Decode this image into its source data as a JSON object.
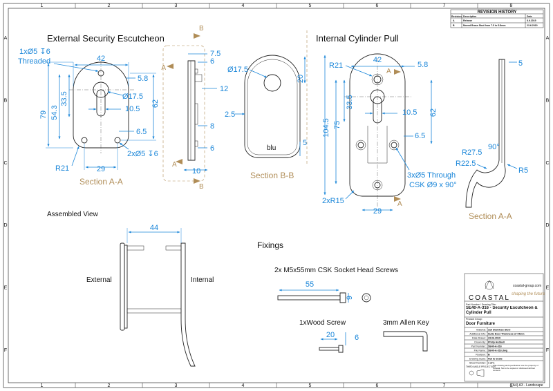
{
  "grid": {
    "cols": [
      "1",
      "2",
      "3",
      "4",
      "5",
      "6",
      "7",
      "8"
    ],
    "rows": [
      "A",
      "B",
      "C",
      "D",
      "E",
      "F"
    ]
  },
  "revision_history": {
    "title": "REVISION HISTORY",
    "headers": [
      "Revision",
      "Description",
      "Date"
    ],
    "rows": [
      [
        "A",
        "Release",
        "8.6.2019"
      ],
      [
        "B",
        "Moved Brass Stud from 7.5 to 5.8mm",
        "23.6.2019"
      ]
    ]
  },
  "views": {
    "external_title": "External Security Escutcheon",
    "internal_title": "Internal Cylinder Pull",
    "assembled_title": "Assembled View",
    "fixings_title": "Fixings",
    "section_aa_1": "Section A-A",
    "section_bb": "Section B-B",
    "section_aa_2": "Section A-A",
    "label_external": "External",
    "label_internal": "Internal",
    "screws_title": "2x M5x55mm CSK Socket Head Screws",
    "wood_screw_title": "1xWood Screw",
    "allen_key_title": "3mm Allen Key",
    "logo_text": "blu",
    "sec_a": "A",
    "sec_b": "B"
  },
  "dims": {
    "ext_hole": "1xØ5 ↧6",
    "ext_threaded": "Threaded",
    "ext_42": "42",
    "ext_5_8": "5.8",
    "ext_d17_5": "Ø17.5",
    "ext_10_5": "10.5",
    "ext_6_5": "6.5",
    "ext_79": "79",
    "ext_54_3": "54.3",
    "ext_33_5": "33.5",
    "ext_62": "62",
    "ext_2xd5": "2xØ5 ↧6",
    "ext_r21": "R21",
    "ext_29": "29",
    "side_7_5": "7.5",
    "side_6a": "6",
    "side_12": "12",
    "side_8": "8",
    "side_6b": "6",
    "side_10": "10",
    "bb_d17_5": "Ø17.5",
    "bb_20": "20",
    "bb_2_5": "2.5",
    "bb_5": "5",
    "int_r21": "R21",
    "int_42": "42",
    "int_5_8": "5.8",
    "int_33_5": "33.5",
    "int_10_5": "10.5",
    "int_62": "62",
    "int_75": "75",
    "int_104_5": "104.5",
    "int_6_5": "6.5",
    "int_3xd5": "3xØ5 Through",
    "int_csk": "CSK Ø9 x 90°",
    "int_2xr15": "2xR15",
    "int_29": "29",
    "pull_5": "5",
    "pull_90": "90°",
    "pull_r27_5": "R27.5",
    "pull_r22_5": "R22.5",
    "pull_r5": "R5",
    "asm_44": "44",
    "screw_55": "55",
    "screw_9": "9",
    "wood_20": "20",
    "wood_6": "6"
  },
  "title_block": {
    "brand": "COASTAL",
    "website": "coastal-group.com",
    "tagline": "shaping the future",
    "part_label": "Part Number / Drawing Title:",
    "part_title": "SE40-A-316 - Security Escutcheon & Cylinder Pull",
    "group_label": "Product Group:",
    "group": "Door Furniture",
    "fields": [
      [
        "Material:",
        "316 Stainless Steel"
      ],
      [
        "Additional Info:",
        "Suits Door Thickness of 44mm"
      ],
      [
        "Date Drawn:",
        "23.06.2019"
      ],
      [
        "Drawn By:",
        "Philip Hubbell"
      ],
      [
        "Part Number:",
        "SE40-A-316"
      ],
      [
        "File Name:",
        "SE40-A-316.dwg"
      ],
      [
        "Revision:",
        "B"
      ],
      [
        "Drawing Scale:",
        "Not to Scale"
      ],
      [
        "Sheet Number:",
        "1 of 1"
      ]
    ],
    "projection": "THIRD ANGLE PROJECTION",
    "notes": "This drawing and specification are the property of Coastal. Not to be copied or disclosed without consent.",
    "footer": "(A4) A3 - Landscape"
  }
}
